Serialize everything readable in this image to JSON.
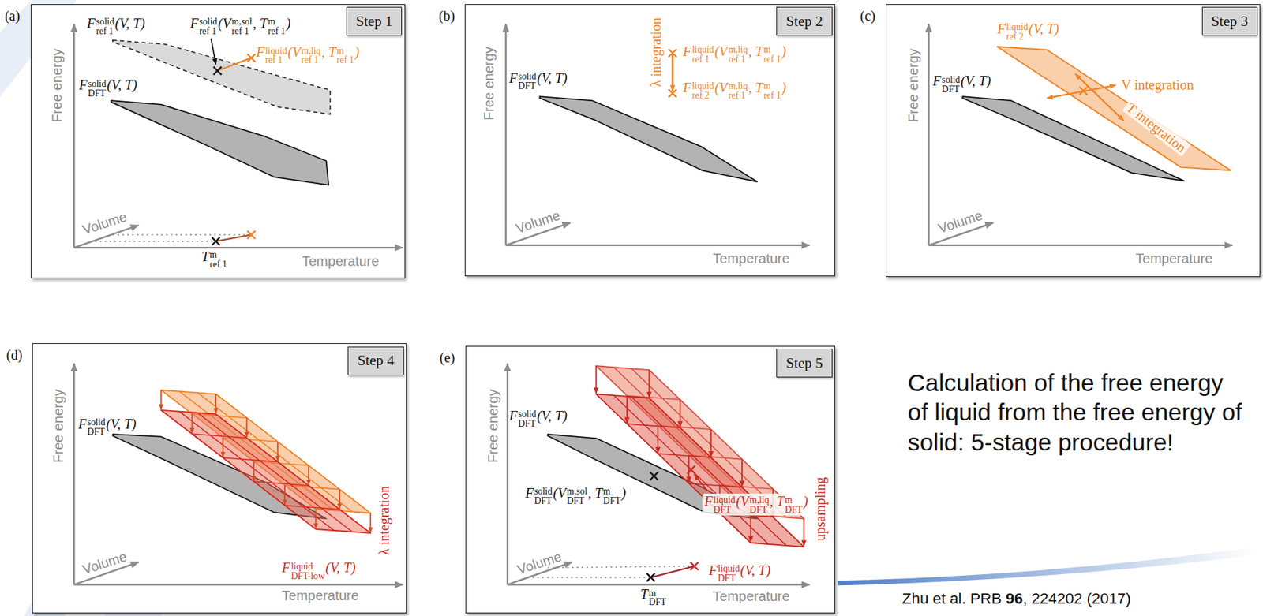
{
  "diagram": {
    "nodes": [
      {
        "text": [
          "(a)"
        ]
      },
      {
        "text": [
          "Step 1"
        ],
        "in": 0
      },
      {
        "text": [
          "(b)"
        ]
      },
      {
        "text": [
          "Step 2"
        ],
        "in": 2
      },
      {
        "text": [
          "(c)"
        ]
      },
      {
        "text": [
          "Step 3"
        ],
        "in": 4
      },
      {
        "text": [
          "(d)"
        ]
      },
      {
        "text": [
          "Step 4"
        ],
        "in": 6
      },
      {
        "text": [
          "(e)"
        ]
      },
      {
        "text": [
          "Step 5"
        ],
        "in": 8
      }
    ],
    "labels": [
      "Free energy",
      "Volume",
      "Temperature",
      "T",
      "m",
      "ref 1",
      "F",
      "solid",
      "ref 1",
      "(V, T)",
      "F",
      "solid",
      "ref 1",
      "(V",
      "m,sol",
      "ref 1",
      ", T",
      "m",
      "ref 1",
      ")",
      "F",
      "solid",
      "DFT",
      "(V, T)",
      "F",
      "liquid",
      "ref 1",
      "(V",
      "m,liq",
      "ref 1",
      ", T",
      "m",
      "ref 1",
      ")",
      "Free energy",
      "Volume",
      "Temperature",
      "F",
      "solid",
      "DFT",
      "(V, T)",
      "λ integration",
      "F",
      "liquid",
      "ref 1",
      "(V",
      "m,liq",
      "ref 1",
      ", T",
      "m",
      "ref 1",
      ")",
      "F",
      "liquid",
      "ref 2",
      "(V",
      "m,liq",
      "ref 1",
      ", T",
      "m",
      "ref 1",
      ")",
      "Free energy",
      "Volume",
      "Temperature",
      "F",
      "liquid",
      "ref 2",
      "(V, T)",
      "F",
      "solid",
      "DFT",
      "(V, T)",
      "V integration",
      "T integration",
      "Free energy",
      "Volume",
      "Temperature",
      "F",
      "solid",
      "DFT",
      "(V, T)",
      "λ integration",
      "F",
      "liquid",
      "DFT-low",
      "(V, T)",
      "Free energy",
      "Volume",
      "Temperature",
      "F",
      "solid",
      "DFT",
      "(V, T)",
      "F",
      "liquid",
      "DFT",
      "(V",
      "m,liq",
      "DFT",
      ", T",
      "m",
      "DFT",
      ")",
      "F",
      "solid",
      "DFT",
      "(V",
      "m,sol",
      "DFT",
      ", T",
      "m",
      "DFT",
      ")",
      "upsampling",
      "F",
      "liquid",
      "DFT",
      "(V, T)",
      "T",
      "m",
      "DFT",
      "Calculation of the free energy of liquid from the free energy of solid: 5-stage procedure!",
      "Zhu et al. PRB ",
      "96",
      ", 224202 (2017)"
    ]
  }
}
